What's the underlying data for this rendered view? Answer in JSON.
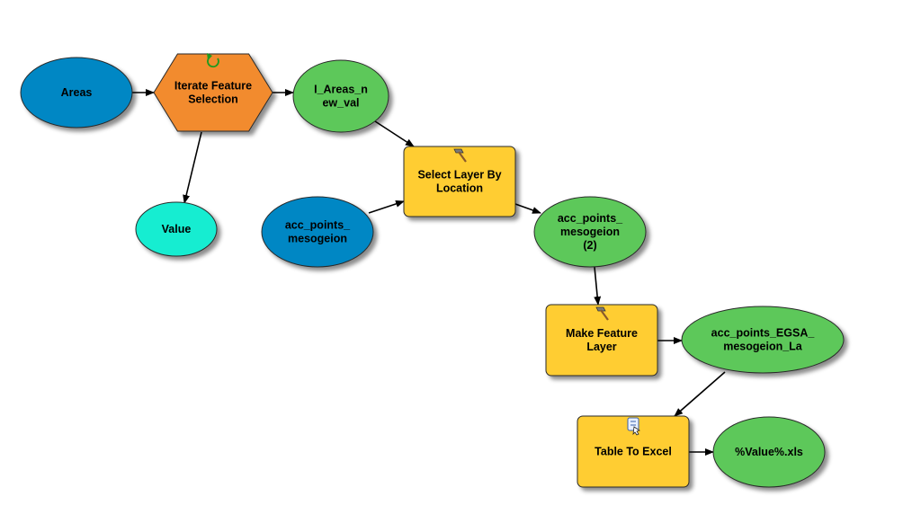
{
  "colors": {
    "input_data": "#0087C4",
    "derived_data": "#5DC85A",
    "value_var": "#18EDD1",
    "iterator": "#F28B2E",
    "tool": "#FFCD33",
    "iterator_icon": "#1E9A1E"
  },
  "nodes": {
    "areas": {
      "lines": [
        "Areas"
      ],
      "kind": "input_data"
    },
    "iterate": {
      "lines": [
        "Iterate Feature",
        "Selection"
      ],
      "kind": "iterator",
      "icon": "refresh-icon"
    },
    "i_areas": {
      "lines": [
        "I_Areas_n",
        "ew_val"
      ],
      "kind": "derived_data"
    },
    "value": {
      "lines": [
        "Value"
      ],
      "kind": "value_var"
    },
    "select_loc": {
      "lines": [
        "Select Layer By",
        "Location"
      ],
      "kind": "tool",
      "icon": "hammer-icon"
    },
    "acc_points": {
      "lines": [
        "acc_points_",
        "mesogeion"
      ],
      "kind": "input_data"
    },
    "acc_points_2": {
      "lines": [
        "acc_points_",
        "mesogeion",
        "(2)"
      ],
      "kind": "derived_data"
    },
    "make_feature": {
      "lines": [
        "Make Feature",
        "Layer"
      ],
      "kind": "tool",
      "icon": "hammer-icon"
    },
    "acc_egsa": {
      "lines": [
        "acc_points_EGSA_",
        "mesogeion_La"
      ],
      "kind": "derived_data"
    },
    "table_excel": {
      "lines": [
        "Table To Excel"
      ],
      "kind": "tool",
      "icon": "script-icon"
    },
    "value_xls": {
      "lines": [
        "%Value%.xls"
      ],
      "kind": "derived_data"
    }
  },
  "edges": [
    [
      "areas",
      "iterate"
    ],
    [
      "iterate",
      "i_areas"
    ],
    [
      "iterate",
      "value"
    ],
    [
      "i_areas",
      "select_loc"
    ],
    [
      "acc_points",
      "select_loc"
    ],
    [
      "select_loc",
      "acc_points_2"
    ],
    [
      "acc_points_2",
      "make_feature"
    ],
    [
      "make_feature",
      "acc_egsa"
    ],
    [
      "acc_egsa",
      "table_excel"
    ],
    [
      "table_excel",
      "value_xls"
    ]
  ]
}
